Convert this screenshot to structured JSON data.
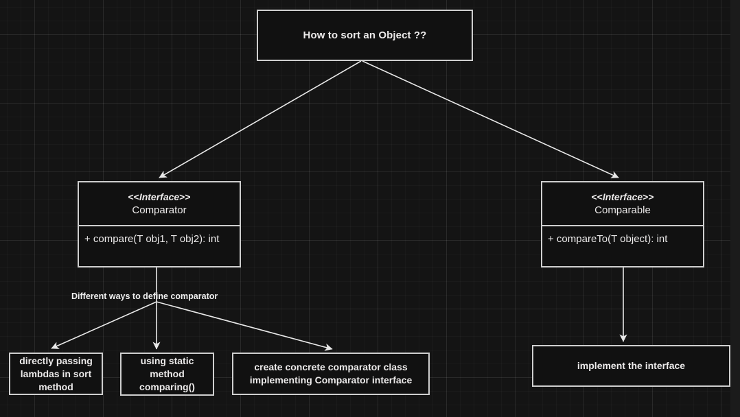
{
  "diagram": {
    "title": "How to sort an Object ??",
    "type": "flowchart-uml",
    "background": "#141414",
    "stroke_color": "#cfcfcf",
    "text_color": "#eceaea"
  },
  "nodes": {
    "root": {
      "label": "How to sort an Object ??"
    },
    "comparator": {
      "stereotype_open": "<<",
      "stereotype_word": "Interface",
      "stereotype_close": ">>",
      "name": "Comparator",
      "method": "+ compare(T obj1, T obj2): int"
    },
    "comparable": {
      "stereotype_open": "<<",
      "stereotype_word": "Interface",
      "stereotype_close": ">>",
      "name": "Comparable",
      "method": "+ compareTo(T object): int"
    },
    "lambdas": {
      "label": "directly passing lambdas in sort method"
    },
    "comparing": {
      "label": "using static method comparing()"
    },
    "concrete": {
      "label": "create concrete comparator class implementing Comparator interface"
    },
    "implement": {
      "label": "implement the interface"
    }
  },
  "edge_labels": {
    "different_ways": "Different ways to define comparator"
  },
  "edges": [
    {
      "from": "root",
      "to": "comparator",
      "label": ""
    },
    {
      "from": "root",
      "to": "comparable",
      "label": ""
    },
    {
      "from": "comparator",
      "to": "lambdas",
      "label": "Different ways to define comparator"
    },
    {
      "from": "comparator",
      "to": "comparing",
      "label": "Different ways to define comparator"
    },
    {
      "from": "comparator",
      "to": "concrete",
      "label": "Different ways to define comparator"
    },
    {
      "from": "comparable",
      "to": "implement",
      "label": ""
    }
  ]
}
